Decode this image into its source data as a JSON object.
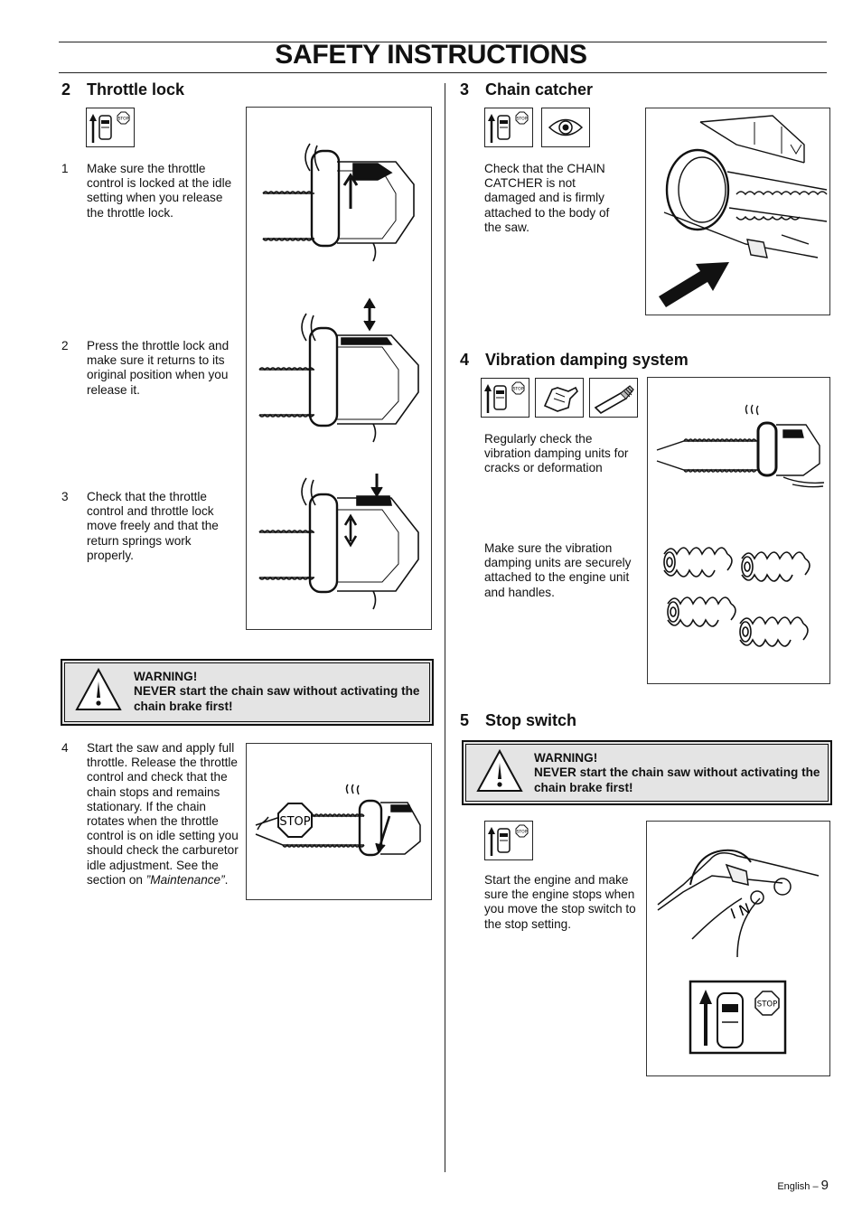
{
  "page": {
    "title": "SAFETY INSTRUCTIONS"
  },
  "left": {
    "section": {
      "number": "2",
      "title": "Throttle lock"
    },
    "steps": [
      {
        "n": "1",
        "text": "Make sure the throttle control is locked at the idle setting when you release the throttle lock."
      },
      {
        "n": "2",
        "text": "Press the throttle lock and make sure it returns to its original position when you release it."
      },
      {
        "n": "3",
        "text": "Check that the throttle control and throttle lock move freely and that the return springs work properly."
      }
    ],
    "warning": {
      "title": "WARNING!",
      "text": "NEVER start the chain saw without activating the chain brake first!"
    },
    "step4": {
      "n": "4",
      "text": "Start the saw and apply full throttle. Release the throttle control and check that the chain stops and remains  stationary. If the chain rotates when the throttle control is on idle setting you should check the carburetor idle adjustment. See the section on",
      "ref": "”Maintenance”",
      "end": "."
    },
    "stop_sign_label": "STOP"
  },
  "right": {
    "chain_catcher": {
      "number": "3",
      "title": "Chain catcher",
      "text": "Check that the CHAIN CATCHER is not damaged and is firmly attached to the body of the saw."
    },
    "vibration": {
      "number": "4",
      "title": "Vibration damping system",
      "text1": "Regularly check the vibration damping units for cracks or deformation",
      "text2": "Make sure the vibration damping units are securely attached to the engine unit and handles."
    },
    "stop_switch": {
      "number": "5",
      "title": "Stop switch",
      "warning_title": "WARNING!",
      "warning_text": "NEVER start the chain saw without activating the chain brake first!",
      "text": "Start the engine and make sure the engine stops when you move the stop switch to the stop setting.",
      "switch_label": "STOP",
      "switch_marks": "I N"
    }
  },
  "icons": {
    "stop_small": "STOP"
  },
  "footer": {
    "lang": "English –",
    "page": "9"
  }
}
